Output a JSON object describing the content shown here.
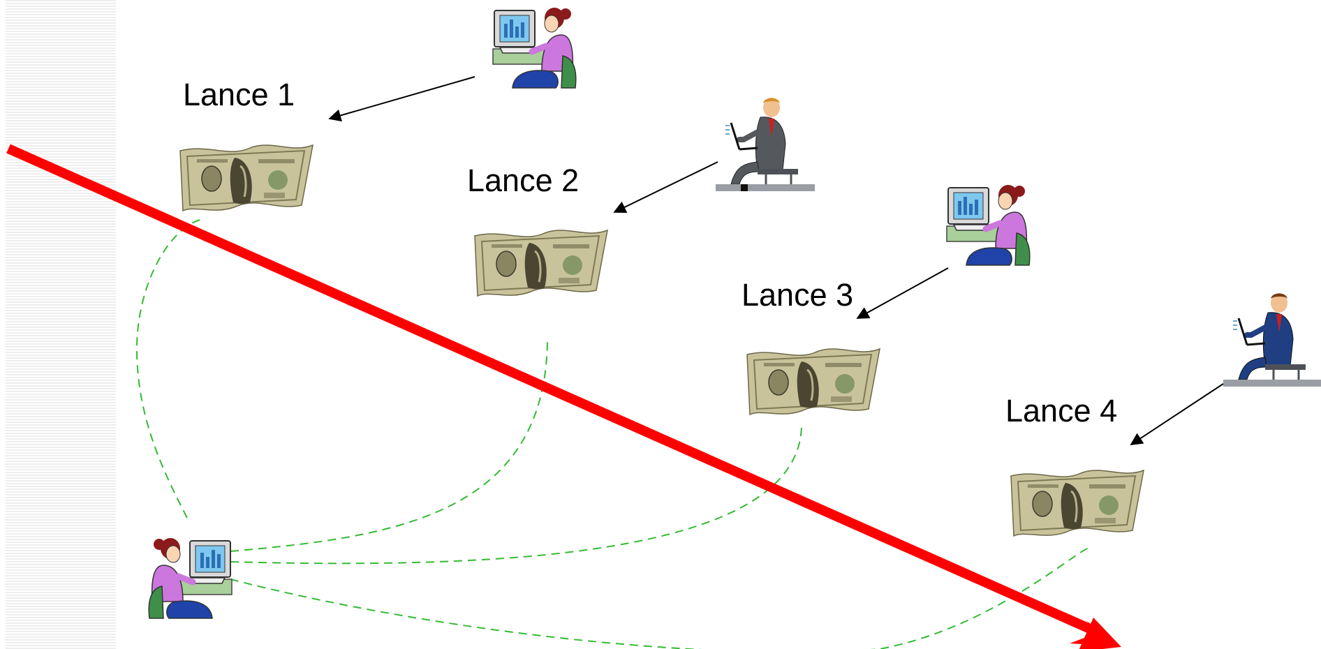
{
  "labels": {
    "lance1": "Lance 1",
    "lance2": "Lance 2",
    "lance3": "Lance 3",
    "lance4": "Lance 4"
  },
  "colors": {
    "trend_arrow": "#ff0000",
    "bid_arrow": "#000000",
    "dashed_links": "#33bb33",
    "banknote": "#c8c29a",
    "banknote_dark": "#4d4a33"
  },
  "icons": {
    "bidder1": "woman-at-computer-icon",
    "bidder2": "man-with-laptop-icon",
    "bidder3": "woman-at-computer-icon",
    "bidder4": "man-with-laptop-icon",
    "auctioneer": "woman-at-computer-icon",
    "bid": "dollar-bill-icon"
  }
}
